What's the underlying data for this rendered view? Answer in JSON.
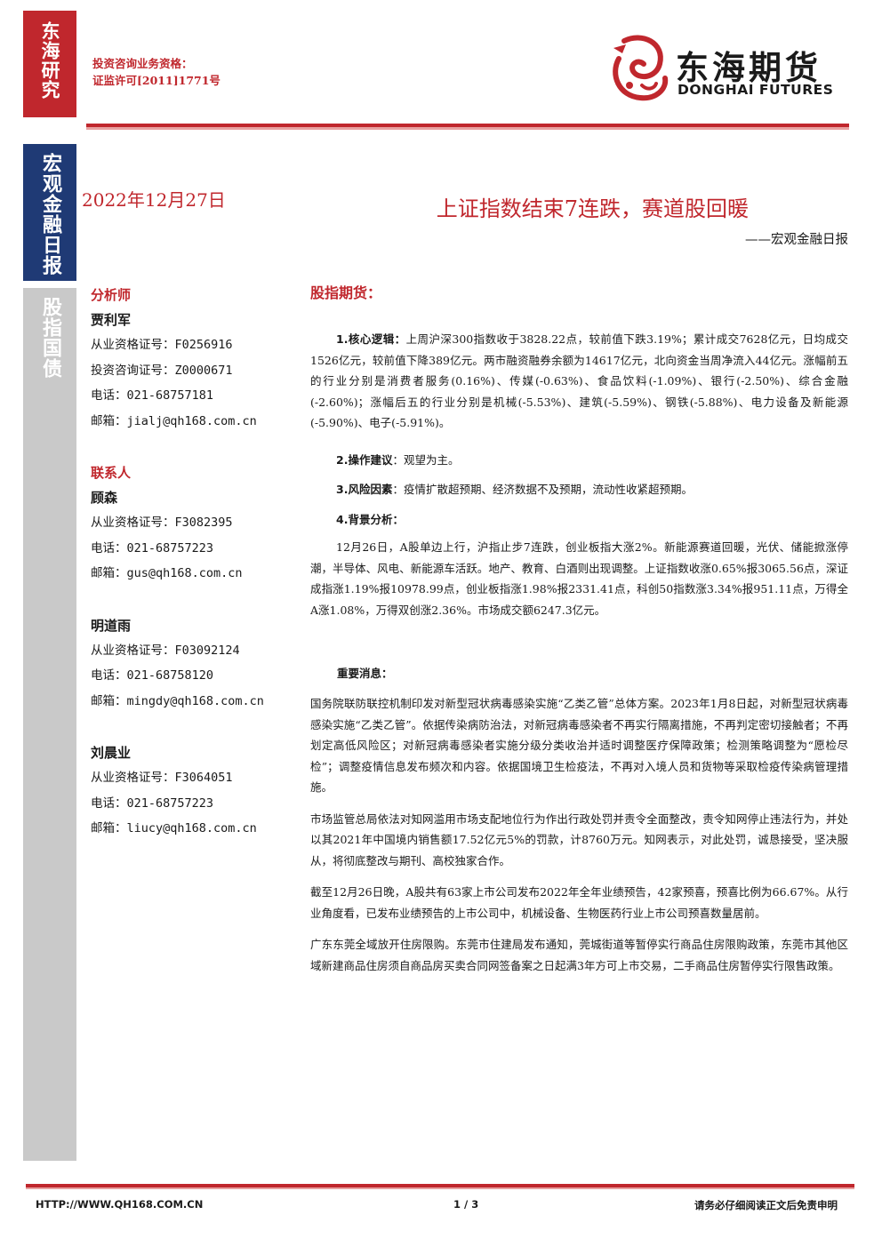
{
  "side": {
    "brand": "东海研究",
    "category": "宏观金融日报",
    "sub_category": "股指国债"
  },
  "qualification": {
    "line1": "投资咨询业务资格：",
    "line2": "证监许可[2011]1771号"
  },
  "logo": {
    "cn": "东海期货",
    "en": "DONGHAI FUTURES",
    "icon": "dragon-logo-icon",
    "color": "#c0272d"
  },
  "report": {
    "date": "2022年12月27日",
    "title": "上证指数结束7连跌，赛道股回暖",
    "subtitle": "——宏观金融日报"
  },
  "analysts": {
    "heading": "分析师",
    "people": [
      {
        "name": "贾利军",
        "lines": [
          "从业资格证号：F0256916",
          "投资咨询证号：Z0000671",
          "电话：021-68757181",
          "邮箱：jialj@qh168.com.cn"
        ]
      }
    ]
  },
  "contacts": {
    "heading": "联系人",
    "people": [
      {
        "name": "顾森",
        "lines": [
          "从业资格证号：F3082395",
          "电话：021-68757223",
          "邮箱：gus@qh168.com.cn"
        ]
      },
      {
        "name": "明道雨",
        "lines": [
          "从业资格证号：F03092124",
          "电话：021-68758120",
          "邮箱：mingdy@qh168.com.cn"
        ]
      },
      {
        "name": "刘晨业",
        "lines": [
          "从业资格证号：F3064051",
          "电话：021-68757223",
          "邮箱：liucy@qh168.com.cn"
        ]
      }
    ]
  },
  "main": {
    "section": "股指期货：",
    "core_label": "1.核心逻辑：",
    "core_text": "上周沪深300指数收于3828.22点，较前值下跌3.19%；累计成交7628亿元，日均成交1526亿元，较前值下降389亿元。两市融资融券余额为14617亿元，北向资金当周净流入44亿元。涨幅前五的行业分别是消费者服务(0.16%)、传媒(-0.63%)、食品饮料(-1.09%)、银行(-2.50%)、综合金融(-2.60%)；涨幅后五的行业分别是机械(-5.53%)、建筑(-5.59%)、钢铁(-5.88%)、电力设备及新能源(-5.90%)、电子(-5.91%)。",
    "advice_label": "2.操作建议",
    "advice_text": "：观望为主。",
    "risk_label": "3.风险因素",
    "risk_text": "：疫情扩散超预期、经济数据不及预期，流动性收紧超预期。",
    "background_label": "4.背景分析：",
    "background_text": "12月26日，A股单边上行，沪指止步7连跌，创业板指大涨2%。新能源赛道回暖，光伏、储能掀涨停潮，半导体、风电、新能源车活跃。地产、教育、白酒则出现调整。上证指数收涨0.65%报3065.56点，深证成指涨1.19%报10978.99点，创业板指涨1.98%报2331.41点，科创50指数涨3.34%报951.11点，万得全A涨1.08%，万得双创涨2.36%。市场成交额6247.3亿元。",
    "news_heading": "重要消息：",
    "news": [
      "国务院联防联控机制印发对新型冠状病毒感染实施“乙类乙管”总体方案。2023年1月8日起，对新型冠状病毒感染实施“乙类乙管”。依据传染病防治法，对新冠病毒感染者不再实行隔离措施，不再判定密切接触者；不再划定高低风险区；对新冠病毒感染者实施分级分类收治并适时调整医疗保障政策；检测策略调整为“愿检尽检”；调整疫情信息发布频次和内容。依据国境卫生检疫法，不再对入境人员和货物等采取检疫传染病管理措施。",
      "市场监管总局依法对知网滥用市场支配地位行为作出行政处罚并责令全面整改，责令知网停止违法行为，并处以其2021年中国境内销售额17.52亿元5%的罚款，计8760万元。知网表示，对此处罚，诚恳接受，坚决服从，将彻底整改与期刊、高校独家合作。",
      "截至12月26日晚，A股共有63家上市公司发布2022年全年业绩预告，42家预喜，预喜比例为66.67%。从行业角度看，已发布业绩预告的上市公司中，机械设备、生物医药行业上市公司预喜数量居前。",
      "广东东莞全域放开住房限购。东莞市住建局发布通知，莞城街道等暂停实行商品住房限购政策，东莞市其他区域新建商品住房须自商品房买卖合同网签备案之日起满3年方可上市交易，二手商品住房暂停实行限售政策。"
    ]
  },
  "footer": {
    "url": "HTTP://WWW.QH168.COM.CN",
    "page": "1 / 3",
    "disclaimer": "请务必仔细阅读正文后免责申明"
  }
}
